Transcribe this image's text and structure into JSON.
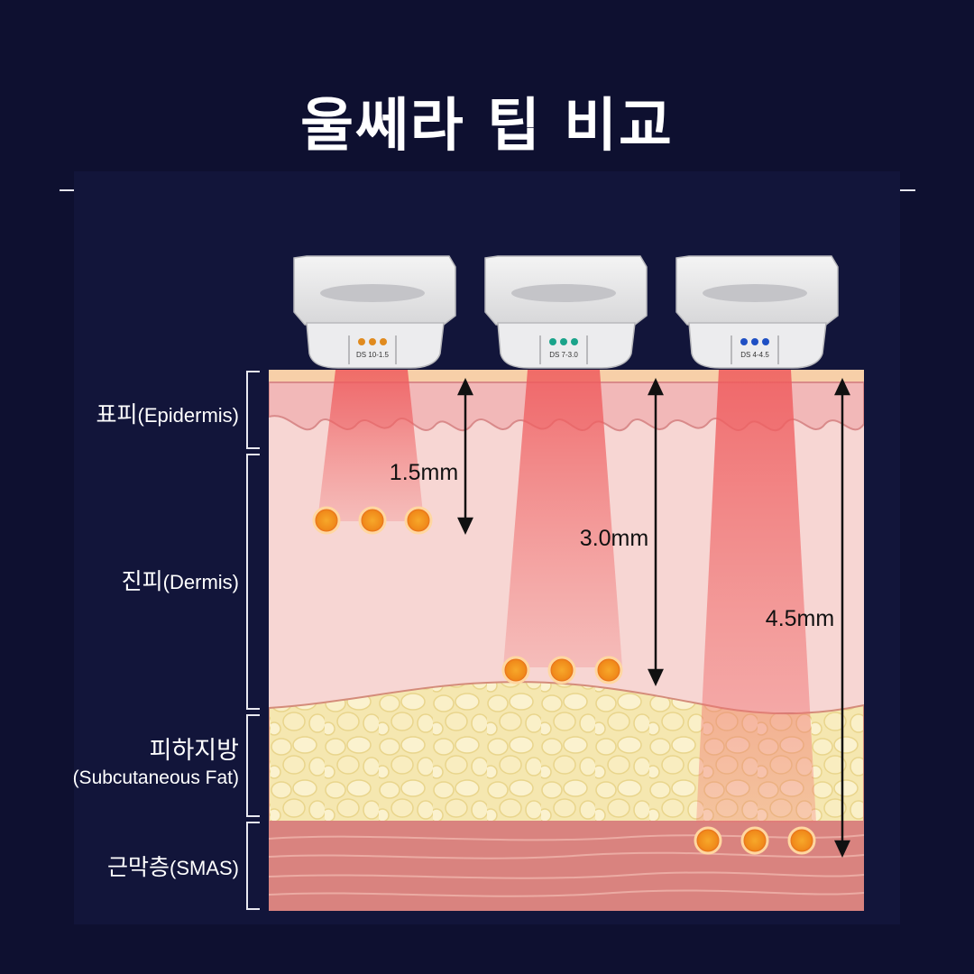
{
  "title": "울쎄라 팁 비교",
  "layers": {
    "epidermis": {
      "ko": "표피",
      "en": "(Epidermis)"
    },
    "dermis": {
      "ko": "진피",
      "en": "(Dermis)"
    },
    "fat": {
      "ko": "피하지방",
      "en": "(Subcutaneous Fat)"
    },
    "smas": {
      "ko": "근막층",
      "en": "(SMAS)"
    }
  },
  "transducers": [
    {
      "label": "DS 10-1.5",
      "depth": "1.5mm",
      "dot_color": "#e08a1e"
    },
    {
      "label": "DS 7-3.0",
      "depth": "3.0mm",
      "dot_color": "#1aa38a"
    },
    {
      "label": "DS 4-4.5",
      "depth": "4.5mm",
      "dot_color": "#1f4fc4"
    }
  ],
  "colors": {
    "background": "#0e1030",
    "skin": "#f6d4d2",
    "fat": "#f2e3a6",
    "smas": "#d88a86",
    "beam": "#f06a6a",
    "focal_point": "#f07d1e"
  }
}
